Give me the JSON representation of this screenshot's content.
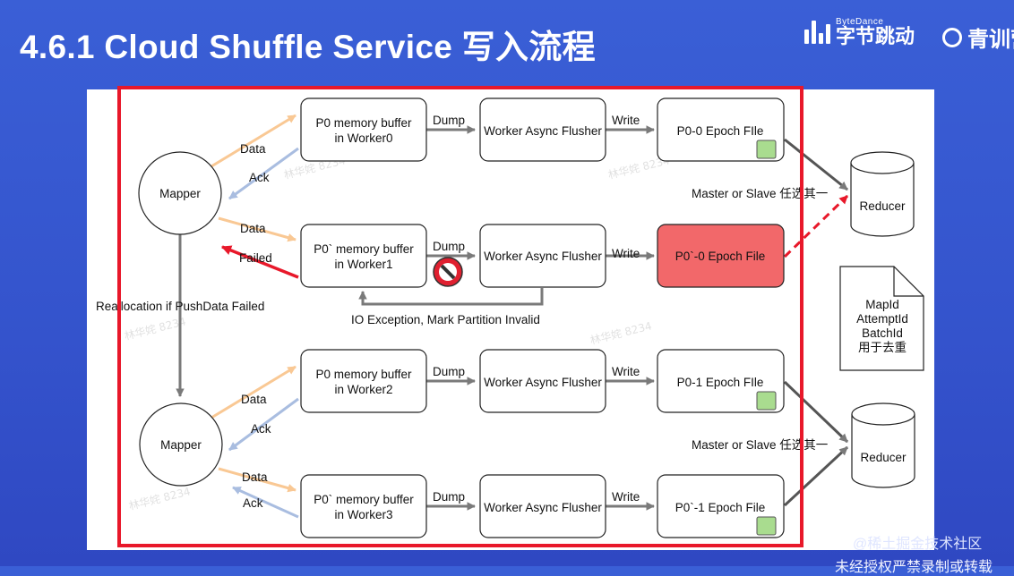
{
  "slide_title": "4.6.1 Cloud Shuffle Service 写入流程",
  "brand_bytedance": {
    "small": "ByteDance",
    "big": "字节跳动"
  },
  "brand_qingxun": "青训营",
  "colors": {
    "background": "#3453cc",
    "frame": "#e8182a",
    "failed_node": "#f2686a",
    "data_arrow": "#f9c894",
    "ack_arrow": "#a9bde0",
    "epoch_tag": "#a9dc8f"
  },
  "diagram": {
    "mappers": [
      "Mapper",
      "Mapper"
    ],
    "reducers": [
      "Reducer",
      "Reducer"
    ],
    "buffers": [
      {
        "line1": "P0 memory buffer",
        "line2": "in Worker0"
      },
      {
        "line1": "P0` memory buffer",
        "line2": "in Worker1"
      },
      {
        "line1": "P0 memory buffer",
        "line2": "in Worker2"
      },
      {
        "line1": "P0` memory buffer",
        "line2": "in Worker3"
      }
    ],
    "flushers": [
      "Worker Async Flusher",
      "Worker Async Flusher",
      "Worker Async Flusher",
      "Worker Async Flusher"
    ],
    "epoch_files": [
      "P0-0 Epoch FIle",
      "P0`-0 Epoch File",
      "P0-1 Epoch FIle",
      "P0`-1 Epoch File"
    ],
    "edge_labels": {
      "data": "Data",
      "ack": "Ack",
      "failed": "Failed",
      "dump": "Dump",
      "write": "Write",
      "io_exception": "IO Exception, Mark Partition Invalid",
      "reallocation": "Reallocation if PushData Failed",
      "master_slave": "Master or Slave 任选其一"
    },
    "note_lines": [
      "MapId",
      "AttemptId",
      "BatchId",
      "用于去重"
    ],
    "watermark": "林华姹 8234"
  },
  "footer": {
    "community": "@稀土掘金技术社区",
    "warning": "未经授权严禁录制或转载"
  }
}
